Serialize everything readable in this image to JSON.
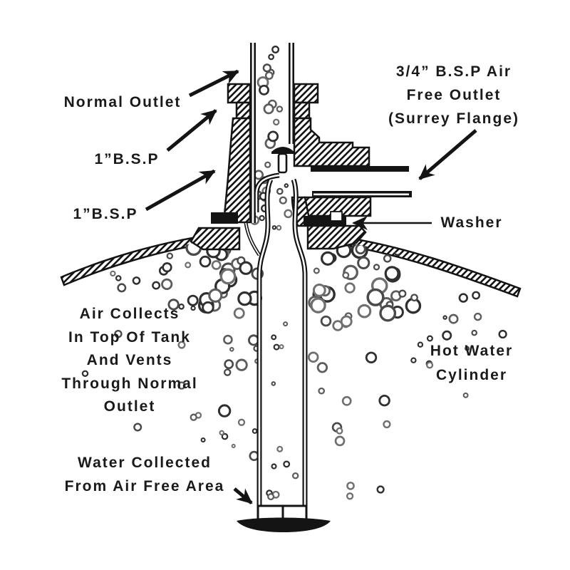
{
  "page": {
    "background": "#ffffff",
    "ink": "#141414",
    "bubble_stroke": "#555555"
  },
  "labels": {
    "normal_outlet": "Normal Outlet",
    "bsp_upper": "1”B.S.P",
    "bsp_lower": "1”B.S.P",
    "air_free_line1": "3/4” B.S.P Air",
    "air_free_line2": "Free Outlet",
    "air_free_line3": "(Surrey Flange)",
    "washer": "Washer",
    "air_collects_line1": "Air Collects",
    "air_collects_line2": "In Top Of Tank",
    "air_collects_line3": "And Vents",
    "air_collects_line4": "Through Normal",
    "air_collects_line5": "Outlet",
    "hot_water_line1": "Hot Water",
    "hot_water_line2": "Cylinder",
    "water_collected_line1": "Water Collected",
    "water_collected_line2": "From Air Free Area"
  }
}
